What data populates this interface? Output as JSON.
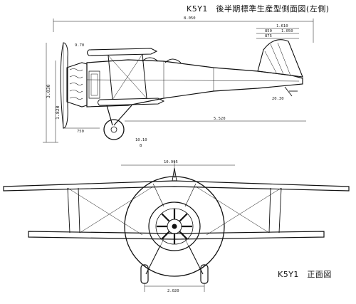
{
  "side_view": {
    "title": "K5Y1　後半期標準生産型側面図(左側)",
    "dims": {
      "overall_length": "8.050",
      "wing_gap": "1.610",
      "tail_a": "850",
      "tail_b": "1.050",
      "tail_c": "875",
      "height": "3.030",
      "height_b": "1.820",
      "fuselage": "5.520",
      "front": "750",
      "wheel_a": "10.10",
      "wheel_b": "8",
      "tailwheel": "20.30",
      "strut": "9.70"
    }
  },
  "front_view": {
    "title": "K5Y1　正面図",
    "dims": {
      "span": "10.995",
      "track": "2.020"
    }
  }
}
